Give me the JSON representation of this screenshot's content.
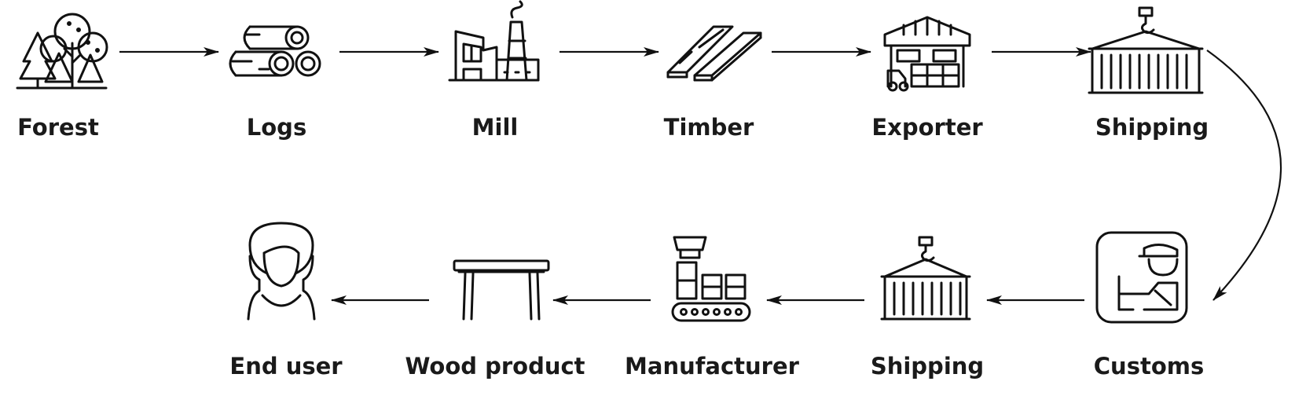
{
  "nodes": {
    "forest": "Forest",
    "logs": "Logs",
    "mill": "Mill",
    "timber": "Timber",
    "exporter": "Exporter",
    "shipping_out": "Shipping",
    "customs": "Customs",
    "shipping_in": "Shipping",
    "manufacturer": "Manufacturer",
    "wood_product": "Wood product",
    "end_user": "End user"
  },
  "icons": {
    "forest": "trees-icon",
    "logs": "logs-icon",
    "mill": "factory-icon",
    "timber": "planks-icon",
    "exporter": "warehouse-icon",
    "shipping_out": "container-crane-icon",
    "customs": "customs-officer-icon",
    "shipping_in": "container-crane-icon",
    "manufacturer": "assembly-line-icon",
    "wood_product": "table-icon",
    "end_user": "person-icon"
  },
  "colors": {
    "ink": "#111111",
    "background": "#ffffff"
  }
}
